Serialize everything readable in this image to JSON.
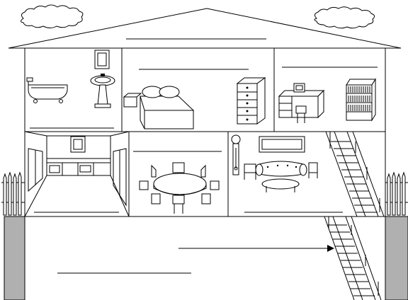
{
  "worksheet": {
    "title": "",
    "instruction": ""
  },
  "rooms": [
    {
      "id": "bathroom",
      "answer": ""
    },
    {
      "id": "bedroom",
      "answer": ""
    },
    {
      "id": "study",
      "answer": ""
    },
    {
      "id": "kitchen",
      "answer": ""
    },
    {
      "id": "dining-room",
      "answer": ""
    },
    {
      "id": "living-room",
      "answer": ""
    },
    {
      "id": "attic",
      "answer": ""
    },
    {
      "id": "basement-stairs",
      "answer": ""
    },
    {
      "id": "basement",
      "answer": ""
    }
  ],
  "colors": {
    "line": "#000000",
    "background": "#ffffff",
    "ground": "#b0b0b0"
  }
}
